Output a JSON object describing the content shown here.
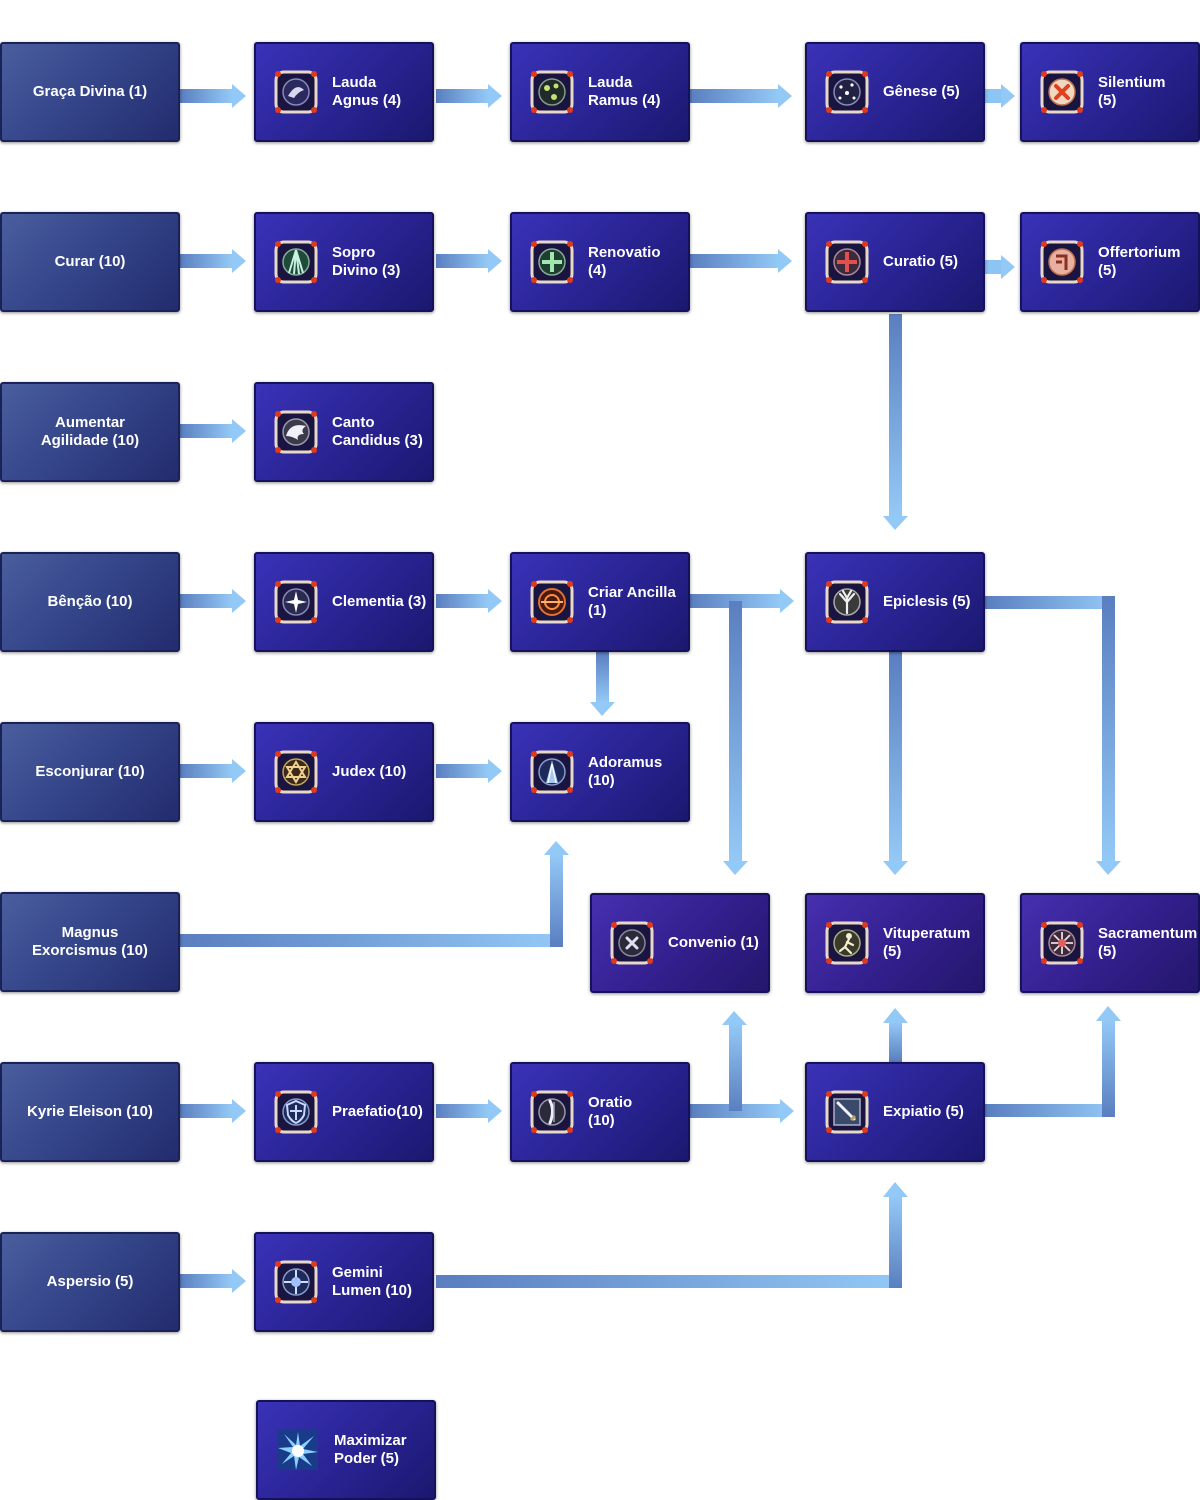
{
  "colors": {
    "arrow_light": "#8cc4f4",
    "arrow_dark": "#5a7ec0",
    "base_node": "#35468a",
    "skill_node": "#2a2495",
    "icon_frame": "#f0e0d0",
    "icon_gem": "#e03a1a"
  },
  "nodes": {
    "graca_divina": {
      "lines": [
        "Graça Divina (1)"
      ]
    },
    "curar": {
      "lines": [
        "Curar (10)"
      ]
    },
    "aumentar_agilidade": {
      "lines": [
        "Aumentar",
        "Agilidade (10)"
      ]
    },
    "bencao": {
      "lines": [
        "Bênção (10)"
      ]
    },
    "esconjurar": {
      "lines": [
        "Esconjurar (10)"
      ]
    },
    "magnus_exorcismus": {
      "lines": [
        "Magnus",
        "Exorcismus (10)"
      ]
    },
    "kyrie_eleison": {
      "lines": [
        "Kyrie Eleison (10)"
      ]
    },
    "aspersio": {
      "lines": [
        "Aspersio (5)"
      ]
    },
    "lauda_agnus": {
      "lines": [
        "Lauda",
        "Agnus (4)"
      ],
      "icon": "lamb-spirit-icon"
    },
    "lauda_ramus": {
      "lines": [
        "Lauda",
        "Ramus (4)"
      ],
      "icon": "branch-spirit-icon"
    },
    "genese": {
      "lines": [
        "Gênese (5)"
      ],
      "icon": "stars-icon"
    },
    "silentium": {
      "lines": [
        "Silentium",
        "(5)"
      ],
      "icon": "cross-mark-icon"
    },
    "sopro_divino": {
      "lines": [
        "Sopro",
        "Divino (3)"
      ],
      "icon": "light-beams-icon"
    },
    "renovatio": {
      "lines": [
        "Renovatio",
        "(4)"
      ],
      "icon": "renew-cross-icon"
    },
    "curatio": {
      "lines": [
        "Curatio (5)"
      ],
      "icon": "healing-cross-icon"
    },
    "offertorium": {
      "lines": [
        "Offertorium",
        "(5)"
      ],
      "icon": "offering-icon"
    },
    "canto_candidus": {
      "lines": [
        "Canto",
        "Candidus (3)"
      ],
      "icon": "wing-icon"
    },
    "clementia": {
      "lines": [
        "Clementia (3)"
      ],
      "icon": "sparkle-icon"
    },
    "criar_ancilla": {
      "lines": [
        "Criar Ancilla",
        "(1)"
      ],
      "icon": "flame-orb-icon"
    },
    "epiclesis": {
      "lines": [
        "Epiclesis (5)"
      ],
      "icon": "tree-icon"
    },
    "judex": {
      "lines": [
        "Judex (10)"
      ],
      "icon": "hexagram-icon"
    },
    "adoramus": {
      "lines": [
        "Adoramus",
        "(10)"
      ],
      "icon": "angel-icon"
    },
    "convenio": {
      "lines": [
        "Convenio (1)"
      ],
      "icon": "x-rune-icon"
    },
    "vituperatum": {
      "lines": [
        "Vituperatum",
        "(5)"
      ],
      "icon": "figure-icon"
    },
    "sacramentum": {
      "lines": [
        "Sacramentum",
        "(5)"
      ],
      "icon": "burst-icon"
    },
    "praefatio": {
      "lines": [
        "Praefatio(10)"
      ],
      "icon": "shield-icon"
    },
    "oratio": {
      "lines": [
        "Oratio",
        "(10)"
      ],
      "icon": "candle-icon"
    },
    "expiatio": {
      "lines": [
        "Expiatio (5)"
      ],
      "icon": "sword-icon"
    },
    "gemini_lumen": {
      "lines": [
        "Gemini",
        "Lumen (10)"
      ],
      "icon": "twin-light-icon"
    },
    "maximizar_poder": {
      "lines": [
        "Maximizar",
        "Poder (5)"
      ],
      "icon": "power-burst-icon"
    }
  }
}
